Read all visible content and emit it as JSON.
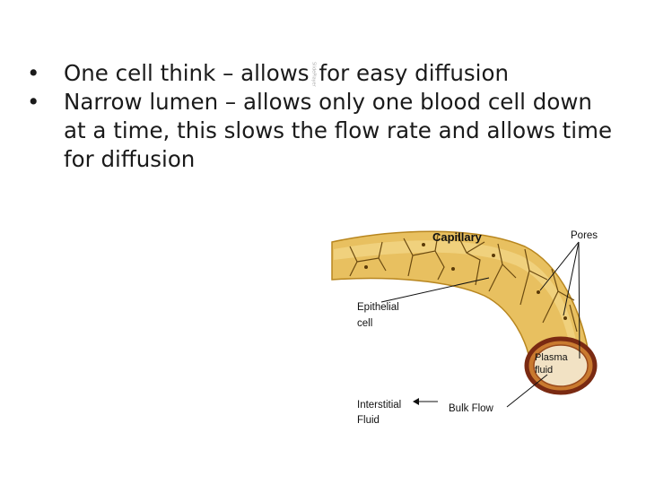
{
  "bullets": [
    {
      "text_before": "One cell think – allows",
      "watermark": "SlidePlayer",
      "text_after": "for easy diffusion"
    },
    {
      "text": "Narrow lumen – allows only one blood cell down at a time, this slows the flow rate and allows time for diffusion"
    }
  ],
  "diagram": {
    "title": "Capillary",
    "labels": {
      "pores": "Pores",
      "epithelial_1": "Epithelial",
      "epithelial_2": "cell",
      "plasma_1": "Plasma",
      "plasma_2": "fluid",
      "interstitial_1": "Interstitial",
      "interstitial_2": "Fluid",
      "bulk_flow": "Bulk Flow"
    },
    "colors": {
      "wall": "#e8c060",
      "wall_dark": "#b8861f",
      "cell_lines": "#6b4a10",
      "lumen": "#c97a2f",
      "lumen_ring": "#7a2a12"
    }
  }
}
